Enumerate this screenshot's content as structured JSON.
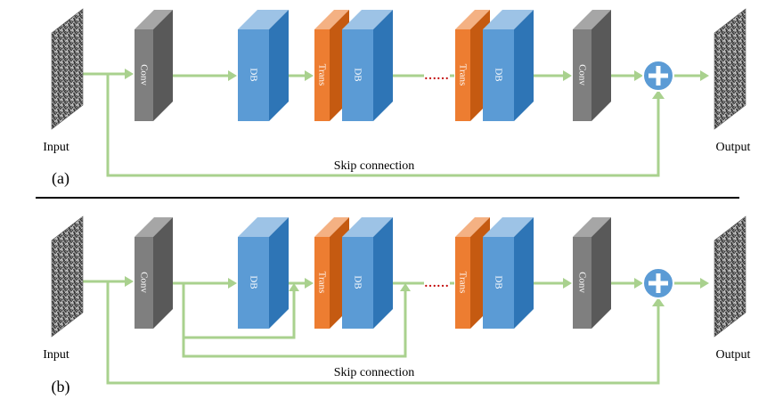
{
  "colors": {
    "arrow": "#a9d18e",
    "conv_front": "#7f7f7f",
    "conv_side": "#595959",
    "conv_top": "#a6a6a6",
    "db_front": "#5b9bd5",
    "db_side": "#2e75b6",
    "db_top": "#9dc3e6",
    "trans_front": "#ed7d31",
    "trans_side": "#c55a11",
    "trans_top": "#f4b183",
    "add_fill": "#5b9bd5",
    "add_border": "#ffffff"
  },
  "panels": [
    {
      "id": "a",
      "label": "(a)",
      "input_label": "Input",
      "output_label": "Output",
      "skip_label": "Skip connection",
      "blocks": [
        "Conv",
        "DB",
        "Trans",
        "DB",
        "Trans",
        "DB",
        "Conv"
      ],
      "ellipsis": "……",
      "dense_skip": false
    },
    {
      "id": "b",
      "label": "(b)",
      "input_label": "Input",
      "output_label": "Output",
      "skip_label": "Skip connection",
      "blocks": [
        "Conv",
        "DB",
        "Trans",
        "DB",
        "Trans",
        "DB",
        "Conv"
      ],
      "ellipsis": "……",
      "dense_skip": true
    }
  ],
  "icons": [
    "add-icon",
    "input-image-icon",
    "output-image-icon"
  ]
}
